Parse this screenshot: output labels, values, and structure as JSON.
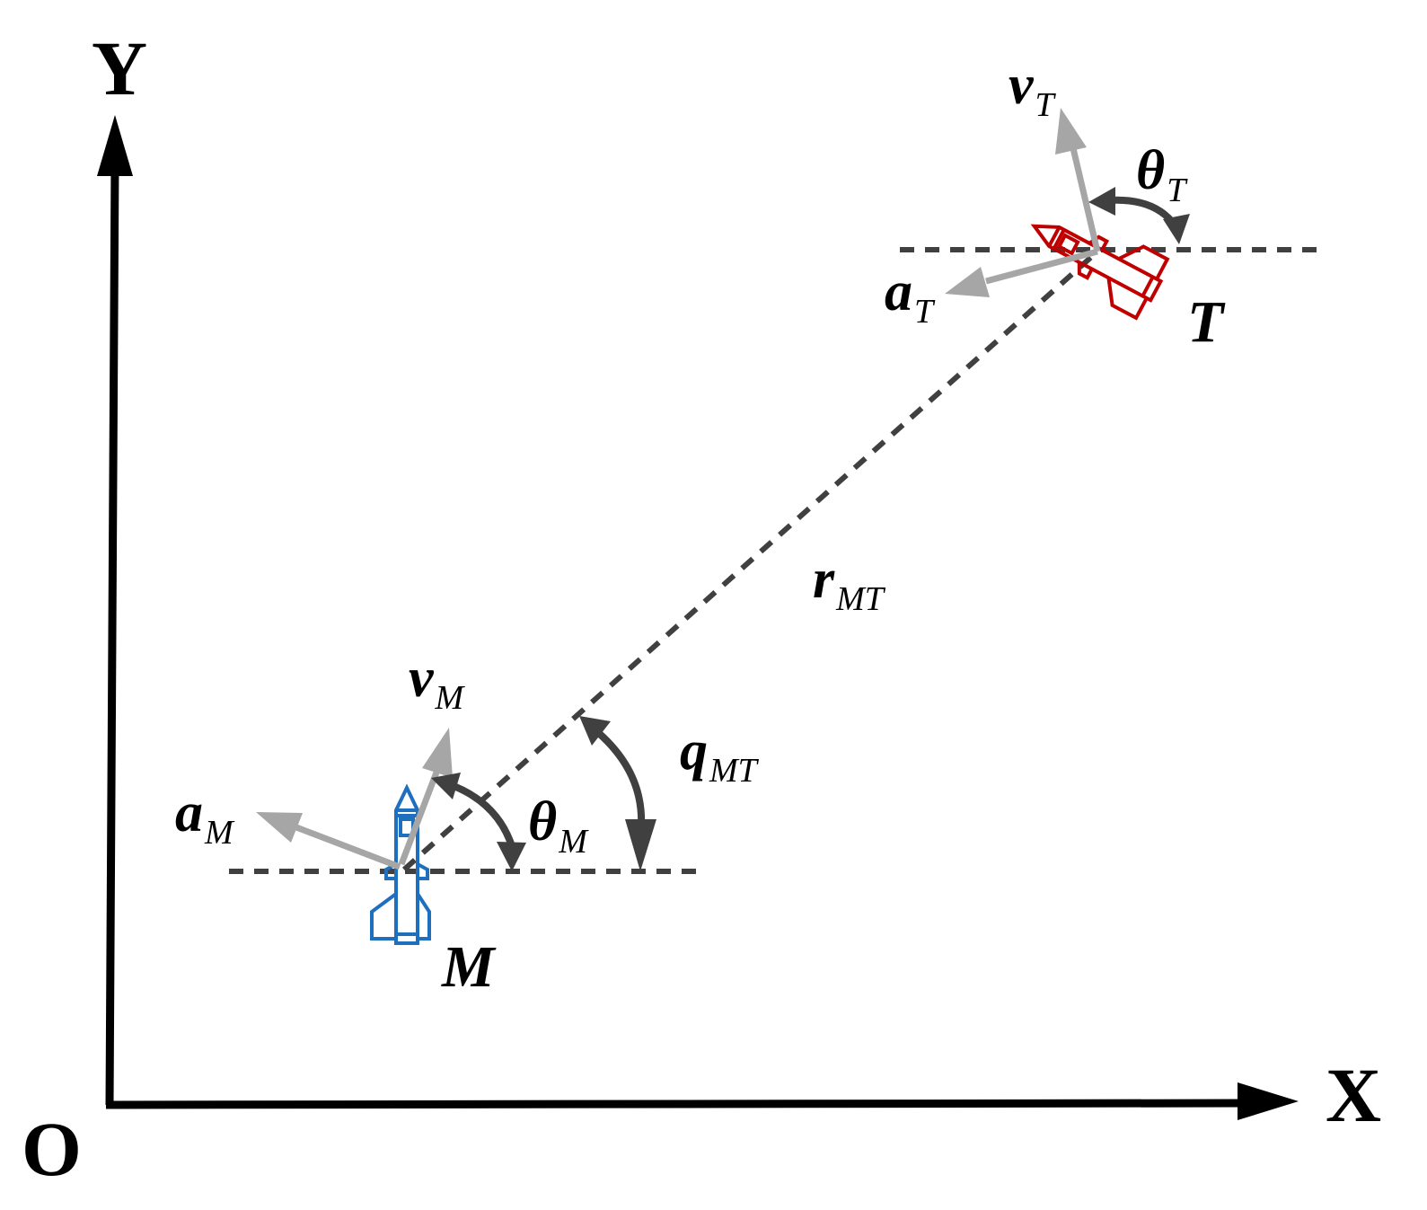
{
  "axes": {
    "x_label": "X",
    "y_label": "Y",
    "origin_label": "O"
  },
  "points": {
    "missile": "M",
    "target": "T"
  },
  "labels": {
    "v_M": {
      "base": "v",
      "sub": "M"
    },
    "a_M": {
      "base": "a",
      "sub": "M"
    },
    "theta_M": {
      "base": "θ",
      "sub": "M"
    },
    "q_MT": {
      "base": "q",
      "sub": "MT"
    },
    "r_MT": {
      "base": "r",
      "sub": "MT"
    },
    "v_T": {
      "base": "v",
      "sub": "T"
    },
    "a_T": {
      "base": "a",
      "sub": "T"
    },
    "theta_T": {
      "base": "θ",
      "sub": "T"
    }
  },
  "colors": {
    "axis": "#000000",
    "dashed": "#404040",
    "vector": "#a6a6a6",
    "angle_arrow": "#404040",
    "missile": "#1f6fbf",
    "target": "#c00000"
  }
}
